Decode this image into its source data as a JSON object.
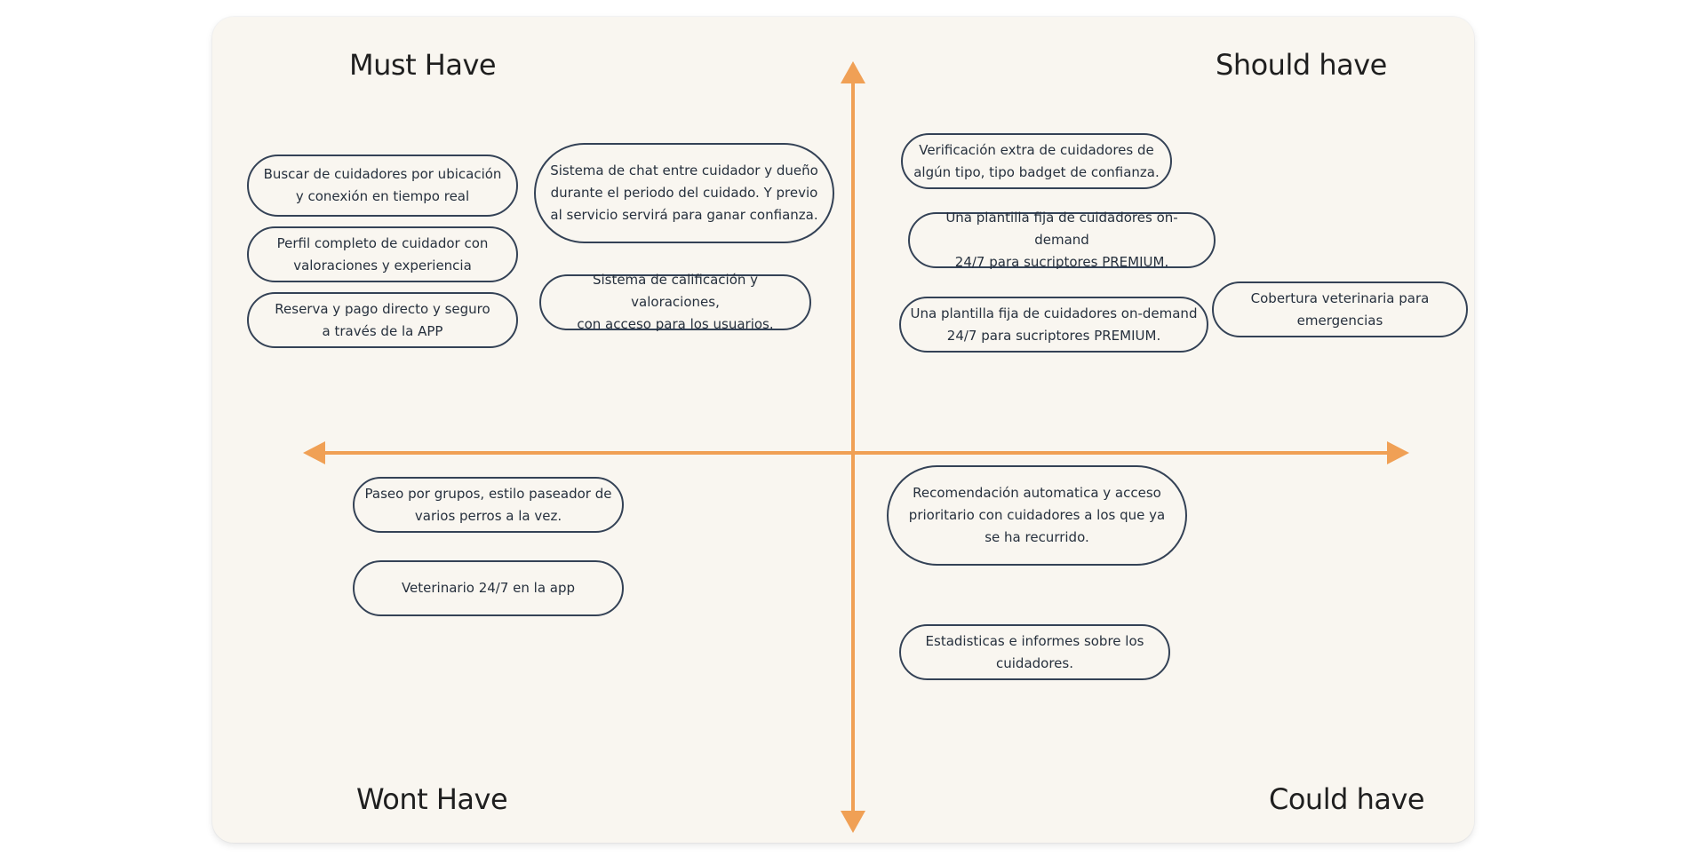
{
  "colors": {
    "board_background": "#f9f6f0",
    "axis": "#f0a055",
    "card_border": "#344256",
    "text": "#26303d"
  },
  "quadrants": {
    "must": "Must Have",
    "should": "Should have",
    "wont": "Wont Have",
    "could": "Could have"
  },
  "cards": {
    "must_1": "Buscar de cuidadores por ubicación\ny conexión en tiempo real",
    "must_2": "Perfil completo de cuidador con\nvaloraciones y experiencia",
    "must_3": "Reserva y pago directo y seguro\na través de la APP",
    "must_4": "Sistema de chat entre cuidador y dueño\ndurante el periodo del cuidado. Y previo\nal servicio servirá para ganar confianza.",
    "must_5": "Sistema de calificación y valoraciones,\ncon acceso para los usuarios.",
    "should_1": "Verificación extra de cuidadores de\nalgún tipo, tipo badget de confianza.",
    "should_2": "Una plantilla fija de cuidadores on-demand\n24/7 para sucriptores PREMIUM.",
    "should_3": "Una plantilla fija de cuidadores on-demand\n24/7 para sucriptores PREMIUM.",
    "should_4": "Cobertura veterinaria para\nemergencias",
    "wont_1": "Paseo por grupos, estilo paseador de\nvarios perros a la vez.",
    "wont_2": "Veterinario 24/7 en la app",
    "could_1": "Recomendación automatica y acceso\nprioritario  con cuidadores a los que ya\nse ha recurrido.",
    "could_2": "Estadisticas e informes sobre los\ncuidadores."
  }
}
